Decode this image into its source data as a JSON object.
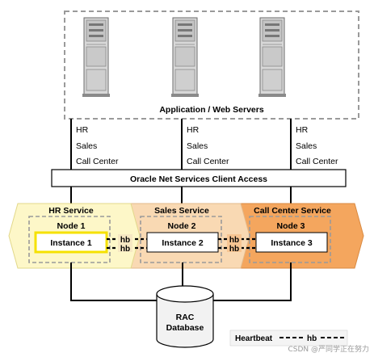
{
  "app_servers_group": {
    "title": "Application / Web Servers"
  },
  "server_services": [
    "HR",
    "Sales",
    "Call Center"
  ],
  "net_services": {
    "label": "Oracle Net Services Client Access"
  },
  "services": [
    {
      "title": "HR Service",
      "node": "Node 1",
      "instance": "Instance 1",
      "color": "#fdf7c8"
    },
    {
      "title": "Sales Service",
      "node": "Node 2",
      "instance": "Instance 2",
      "color": "#f9d9b3"
    },
    {
      "title": "Call Center Service",
      "node": "Node 3",
      "instance": "Instance 3",
      "color": "#f4a65e"
    }
  ],
  "hb_label": "hb",
  "database": {
    "line1": "RAC",
    "line2": "Database"
  },
  "legend": {
    "heartbeat": "Heartbeat",
    "hb": "hb"
  },
  "watermark": "CSDN @严同学正在努力",
  "colors": {
    "instance1_border": "#f5e100",
    "grey_dash": "#9a9a9a",
    "line": "#000000"
  }
}
